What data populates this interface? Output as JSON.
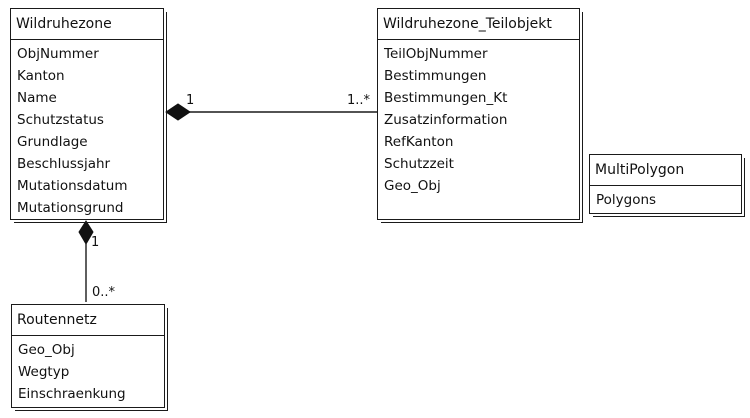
{
  "diagram": {
    "classes": {
      "wildruhezone": {
        "name": "Wildruhezone",
        "attributes": [
          "ObjNummer",
          "Kanton",
          "Name",
          "Schutzstatus",
          "Grundlage",
          "Beschlussjahr",
          "Mutationsdatum",
          "Mutationsgrund"
        ]
      },
      "teilobjekt": {
        "name": "Wildruhezone_Teilobjekt",
        "attributes": [
          "TeilObjNummer",
          "Bestimmungen",
          "Bestimmungen_Kt",
          "Zusatzinformation",
          "RefKanton",
          "Schutzzeit",
          "Geo_Obj"
        ]
      },
      "multipolygon": {
        "name": "MultiPolygon",
        "attributes": [
          "Polygons"
        ]
      },
      "routennetz": {
        "name": "Routennetz",
        "attributes": [
          "Geo_Obj",
          "Wegtyp",
          "Einschraenkung"
        ]
      }
    },
    "associations": {
      "zone_teilobjekt": {
        "kind": "composition",
        "source_multiplicity": "1",
        "target_multiplicity": "1..*"
      },
      "zone_routennetz": {
        "kind": "composition",
        "source_multiplicity": "1",
        "target_multiplicity": "0..*"
      }
    },
    "colors": {
      "stroke": "#1a1a1a",
      "background": "#ffffff"
    }
  }
}
